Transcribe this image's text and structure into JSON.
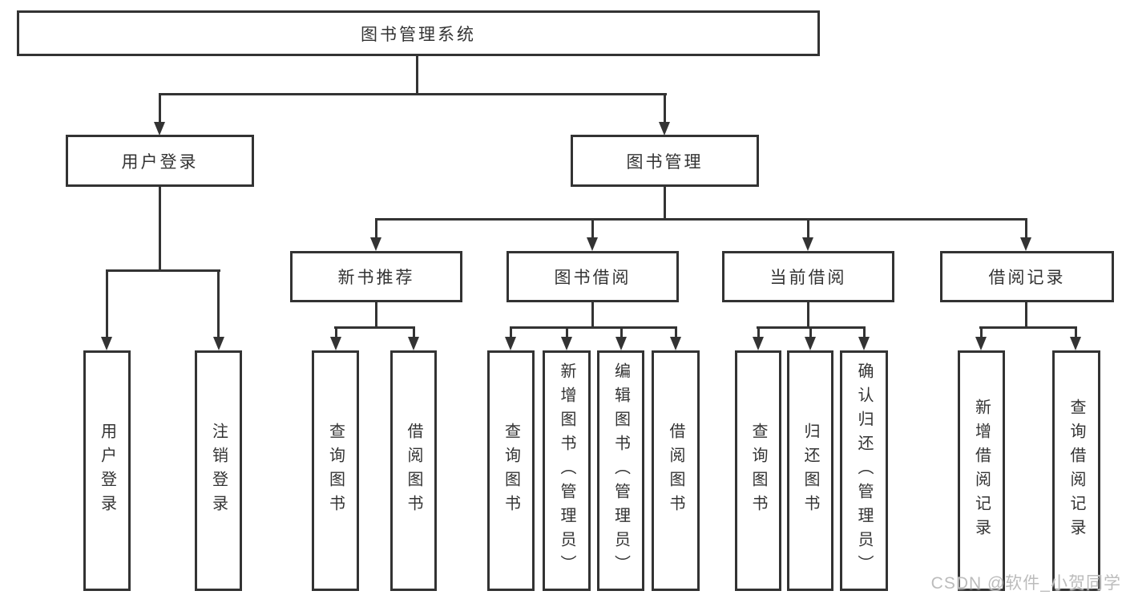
{
  "diagram": {
    "root": {
      "label": "图书管理系统"
    },
    "branches": [
      {
        "label": "用户登录",
        "children": [
          "用户登录",
          "注销登录"
        ]
      },
      {
        "label": "图书管理",
        "groups": [
          {
            "label": "新书推荐",
            "children": [
              "查询图书",
              "借阅图书"
            ]
          },
          {
            "label": "图书借阅",
            "children": [
              "查询图书",
              "新增图书（管理员）",
              "编辑图书（管理员）",
              "借阅图书"
            ]
          },
          {
            "label": "当前借阅",
            "children": [
              "查询图书",
              "归还图书",
              "确认归还（管理员）"
            ]
          },
          {
            "label": "借阅记录",
            "children": [
              "新增借阅记录",
              "查询借阅记录"
            ]
          }
        ]
      }
    ]
  },
  "watermark": "CSDN @软件_小贺同学",
  "colors": {
    "line": "#333333",
    "text": "#333333",
    "background": "#ffffff",
    "watermark": "#bcbcbc"
  }
}
